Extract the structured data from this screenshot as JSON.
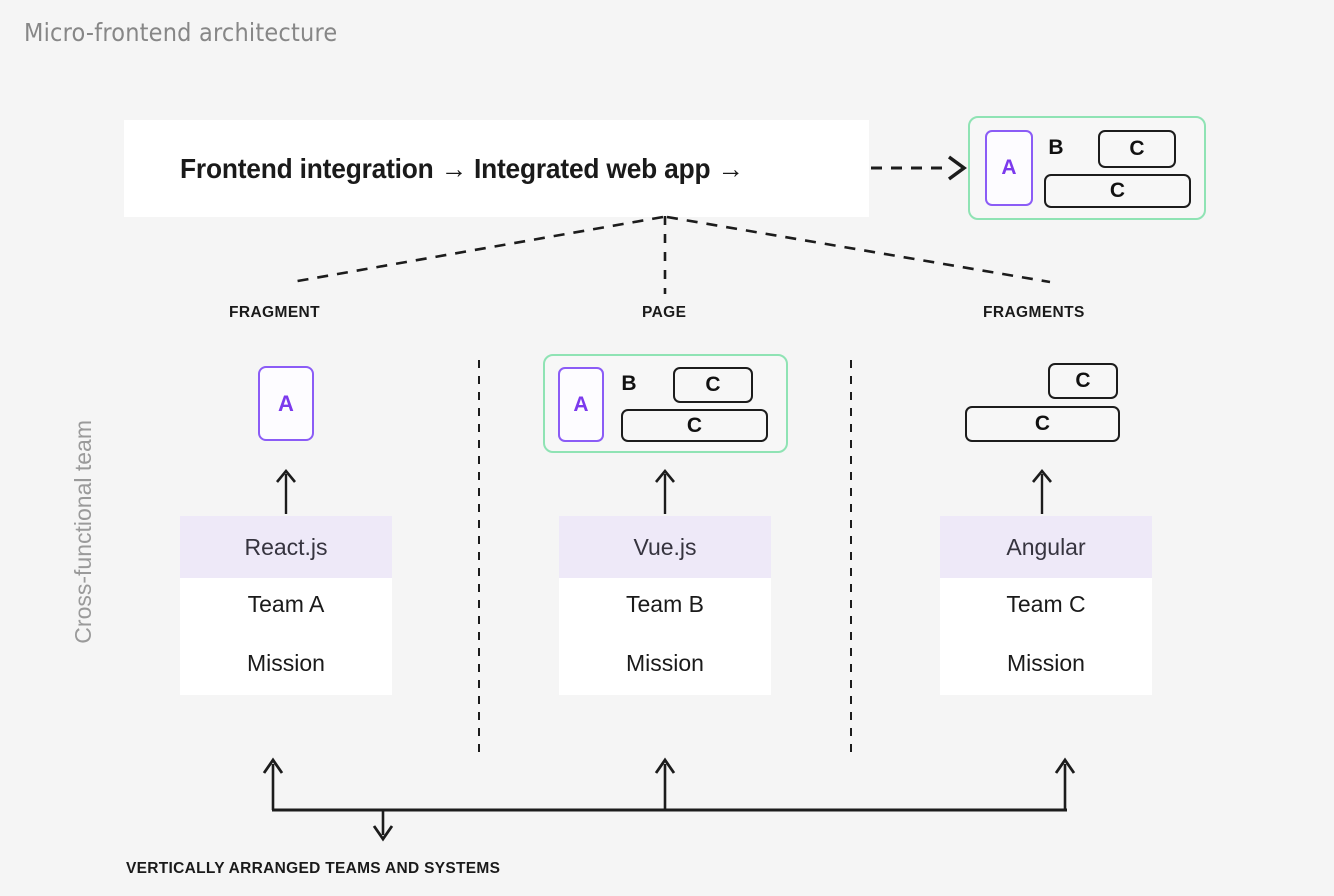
{
  "title": "Micro-frontend architecture",
  "integration": {
    "label": "Frontend integration → Integrated web app →",
    "arrow_icon": "dashed-arrow-right-icon"
  },
  "integrated_app_preview": {
    "name": "integrated-web-app-preview",
    "shell_color": "#8fe3b4",
    "blocks": [
      {
        "label": "A",
        "kind": "fragment-a",
        "color": "#7c3aed"
      },
      {
        "label": "B",
        "kind": "label-only",
        "color": "#111111"
      },
      {
        "label": "C",
        "kind": "fragment-c-small",
        "color": "#111111"
      },
      {
        "label": "C",
        "kind": "fragment-c-wide",
        "color": "#111111"
      }
    ]
  },
  "columns": [
    {
      "caption": "FRAGMENT",
      "composition": {
        "type": "single-fragment",
        "blocks": [
          {
            "label": "A",
            "color": "#7c3aed"
          }
        ]
      },
      "team": {
        "framework": "React.js",
        "team_name": "Team A",
        "mission": "Mission",
        "header_color": "#eee9f8"
      }
    },
    {
      "caption": "PAGE",
      "composition": {
        "type": "page-shell",
        "shell_color": "#8fe3b4",
        "blocks": [
          {
            "label": "A",
            "color": "#7c3aed"
          },
          {
            "label": "B",
            "color": "#111111"
          },
          {
            "label": "C",
            "color": "#111111"
          },
          {
            "label": "C",
            "color": "#111111"
          }
        ]
      },
      "team": {
        "framework": "Vue.js",
        "team_name": "Team B",
        "mission": "Mission",
        "header_color": "#eee9f8"
      }
    },
    {
      "caption": "FRAGMENTS",
      "composition": {
        "type": "two-fragments",
        "blocks": [
          {
            "label": "C",
            "color": "#111111"
          },
          {
            "label": "C",
            "color": "#111111"
          }
        ]
      },
      "team": {
        "framework": "Angular",
        "team_name": "Team C",
        "mission": "Mission",
        "header_color": "#eee9f8"
      }
    }
  ],
  "side_label": "Cross-functional team",
  "bottom_caption": "VERTICALLY ARRANGED TEAMS AND SYSTEMS",
  "icons": {
    "up_arrow": "arrow-up-icon",
    "down_arrow": "arrow-down-icon",
    "dashed_divider": "dashed-vertical-divider-icon",
    "dashed_fan": "dashed-fan-connector-icon"
  },
  "palette": {
    "background": "#f5f5f5",
    "card": "#ffffff",
    "accent_purple": "#7c3aed",
    "accent_green": "#8fe3b4",
    "ink": "#1a1a1a",
    "muted": "#9a9a9a"
  }
}
